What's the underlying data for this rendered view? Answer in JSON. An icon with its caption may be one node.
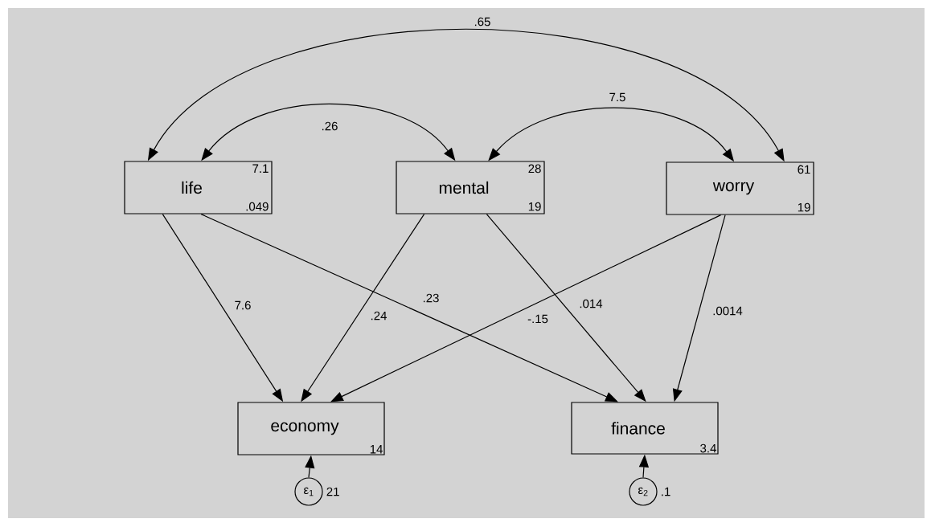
{
  "diagram": {
    "nodes": [
      {
        "text": [
          "life",
          "7.1",
          ".049"
        ]
      },
      {
        "text": [
          "mental",
          "28",
          "19"
        ]
      },
      {
        "text": [
          "worry",
          "61",
          "19"
        ]
      },
      {
        "text": [
          "economy",
          "14"
        ]
      },
      {
        "text": [
          "finance",
          "3.4"
        ]
      },
      {
        "text": [
          "ε$_{1}$"
        ],
        "beside": [
          "21"
        ]
      },
      {
        "text": [
          "ε$_{2}$"
        ],
        "beside": [
          ".1"
        ]
      }
    ],
    "edges": [
      {
        "from": 0,
        "to": 2,
        "arrow": "both",
        "label": ".65"
      },
      {
        "from": 0,
        "to": 1,
        "arrow": "both",
        "label": ".26"
      },
      {
        "from": 1,
        "to": 2,
        "arrow": "both",
        "label": "7.5"
      },
      {
        "from": 0,
        "to": 3,
        "arrow": "to",
        "label": "7.6"
      },
      {
        "from": 0,
        "to": 4,
        "arrow": "to",
        "label": ".23"
      },
      {
        "from": 1,
        "to": 3,
        "arrow": "to",
        "label": ".24"
      },
      {
        "from": 1,
        "to": 4,
        "arrow": "to",
        "label": ".014"
      },
      {
        "from": 2,
        "to": 3,
        "arrow": "to",
        "label": "-.15"
      },
      {
        "from": 2,
        "to": 4,
        "arrow": "to",
        "label": ".0014"
      },
      {
        "from": 5,
        "to": 3,
        "arrow": "to"
      },
      {
        "from": 6,
        "to": 4,
        "arrow": "to"
      }
    ]
  }
}
